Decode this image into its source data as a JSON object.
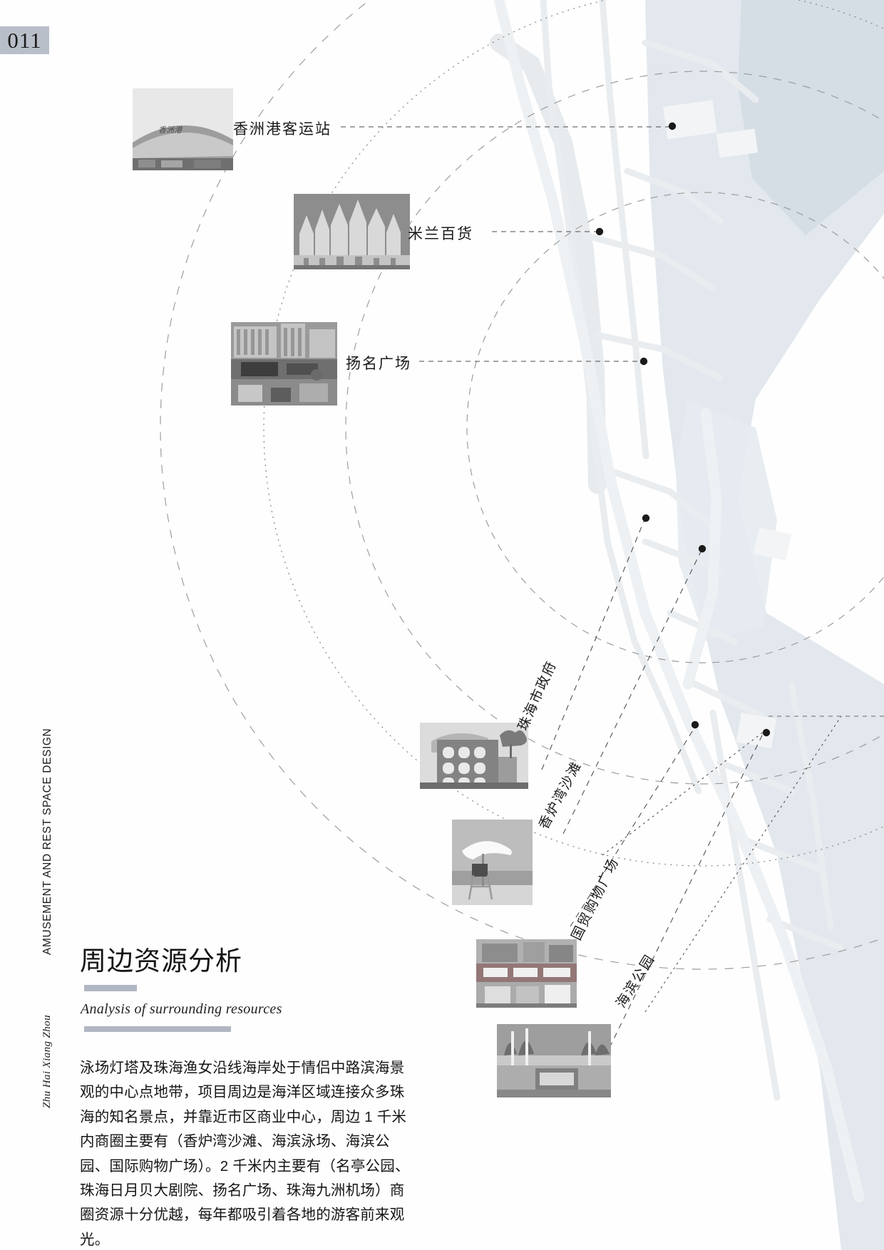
{
  "page": {
    "number": "011",
    "spine_title": "AMUSEMENT AND REST SPACE DESIGN",
    "spine_subtitle": "Zhu Hai Xiang Zhou"
  },
  "section": {
    "title_zh": "周边资源分析",
    "title_en": "Analysis of surrounding resources",
    "body": "泳场灯塔及珠海渔女沿线海岸处于情侣中路滨海景观的中心点地带，项目周边是海洋区域连接众多珠海的知名景点，并靠近市区商业中心，周边 1 千米内商圈主要有（香炉湾沙滩、海滨泳场、海滨公园、国际购物广场）。2 千米内主要有（名亭公园、珠海日月贝大剧院、扬名广场、珠海九洲机场）商圈资源十分优越，每年都吸引着各地的游客前来观光。"
  },
  "map": {
    "labels": [
      {
        "id": "xiangzhou-port",
        "text": "香洲港客运站"
      },
      {
        "id": "milan-department-store",
        "text": "米兰百货"
      },
      {
        "id": "yangming-plaza",
        "text": "扬名广场"
      },
      {
        "id": "zhuhai-government",
        "text": "珠海市政府"
      },
      {
        "id": "xianglu-bay-beach",
        "text": "香炉湾沙滩"
      },
      {
        "id": "guomao-shopping-plaza",
        "text": "国贸购物广场"
      },
      {
        "id": "seaside-park",
        "text": "海滨公园"
      }
    ]
  },
  "colors": {
    "accent_bar": "#b0b7c2",
    "page_badge_bg": "#b9bfc9",
    "water": "#dfe5ea",
    "land": "#fbfbfb",
    "road": "#eceff1",
    "dashed": "#8e8e8e"
  }
}
